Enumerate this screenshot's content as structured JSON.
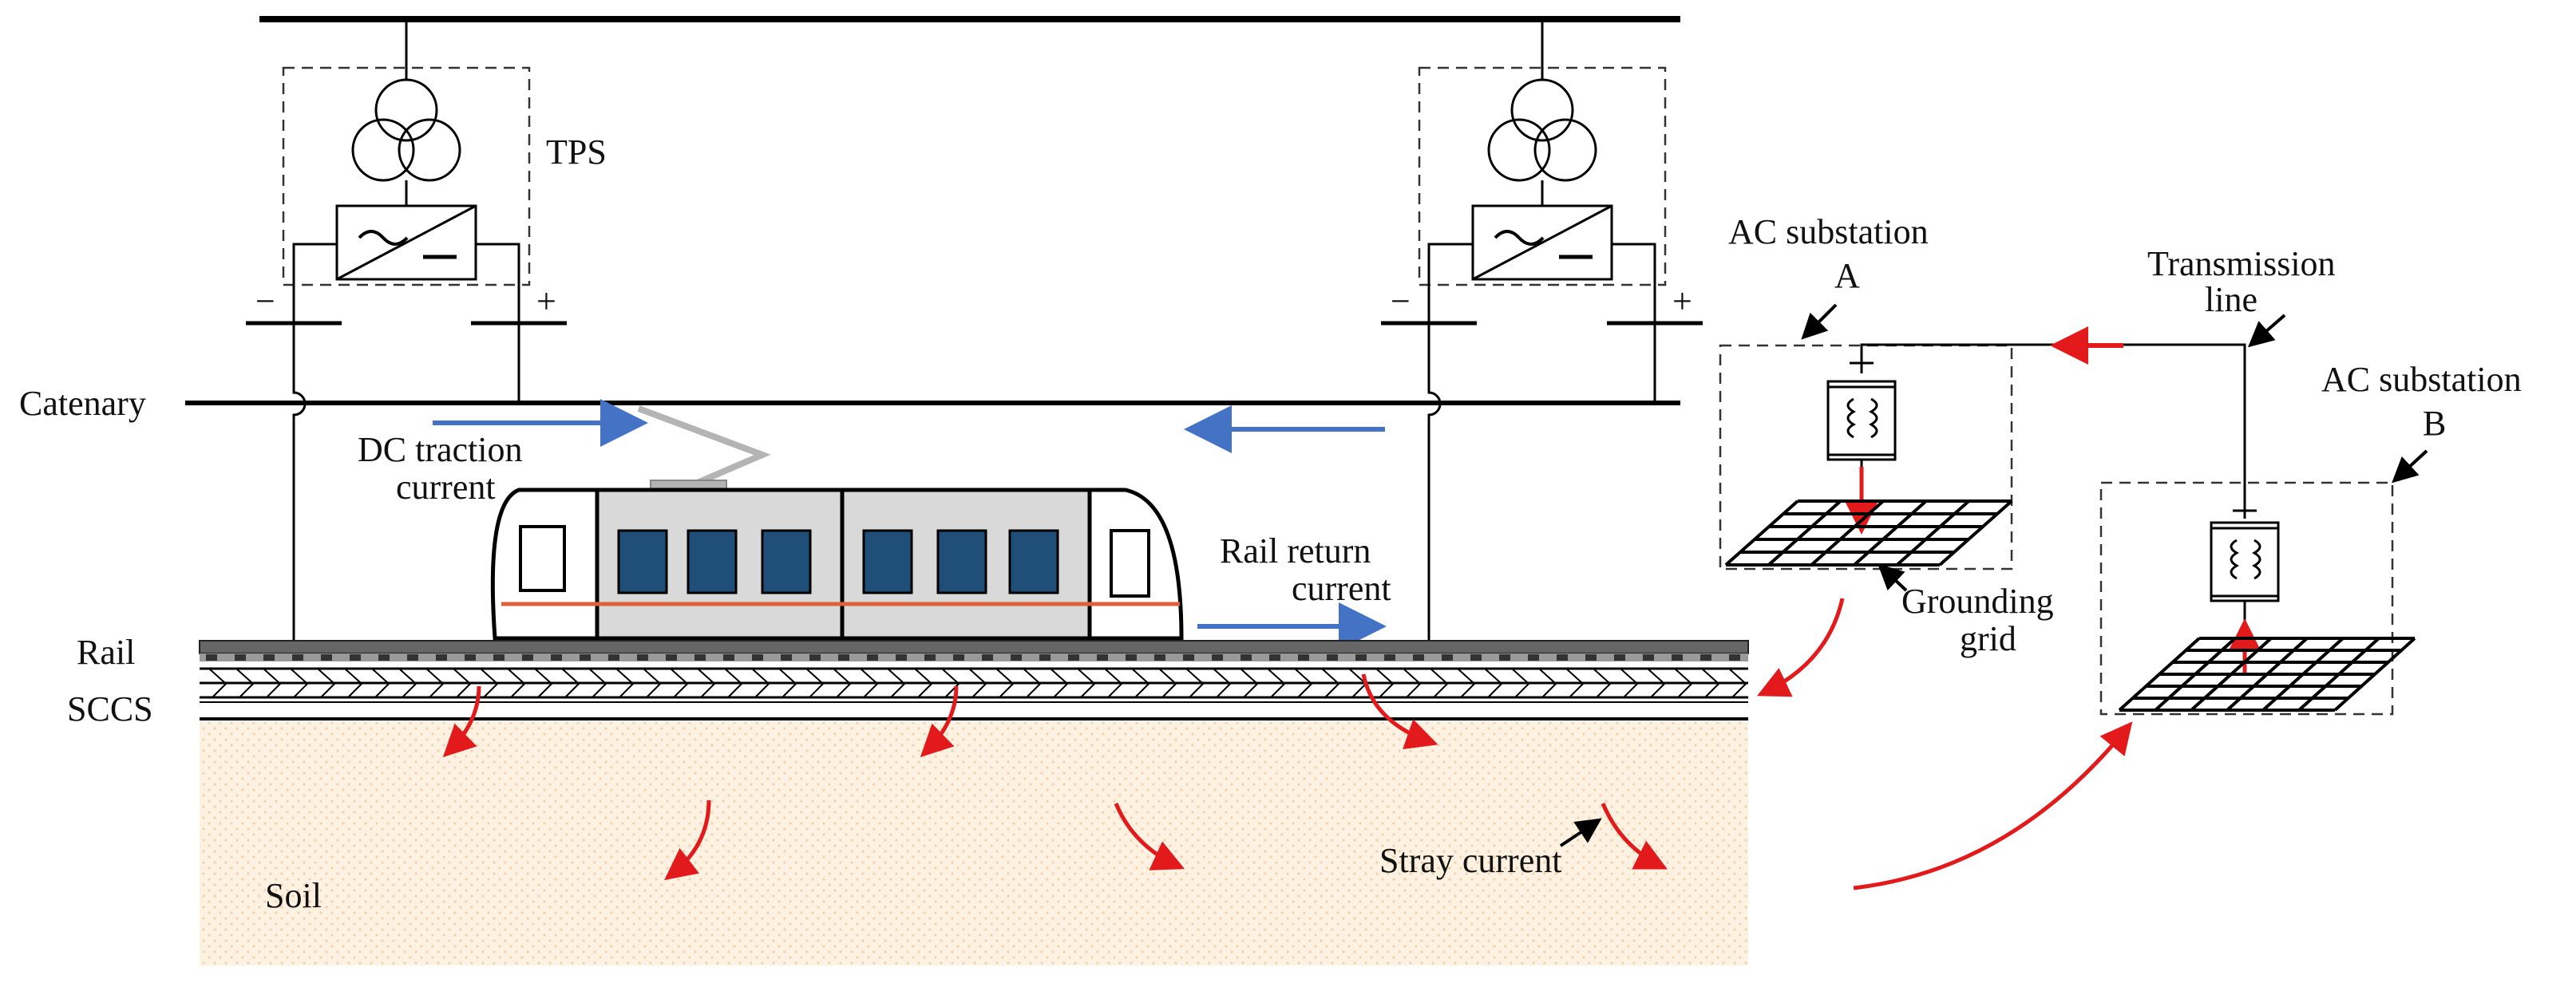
{
  "labels": {
    "tps": "TPS",
    "catenary": "Catenary",
    "dc_traction_current_1": "DC traction",
    "dc_traction_current_2": "current",
    "rail_return_current_1": "Rail return",
    "rail_return_current_2": "current",
    "rail": "Rail",
    "sccs": "SCCS",
    "soil": "Soil",
    "stray_current": "Stray current",
    "ac_substation_a_1": "AC substation",
    "ac_substation_a_2": "A",
    "ac_substation_b_1": "AC substation",
    "ac_substation_b_2": "B",
    "transmission_line_1": "Transmission",
    "transmission_line_2": "line",
    "grounding_grid_1": "Grounding",
    "grounding_grid_2": "grid",
    "minus_sign": "−",
    "plus_sign": "+"
  },
  "colors": {
    "current_arrow": "#4472c4",
    "stray_arrow": "#e31a1c",
    "train_window": "#1f4e79",
    "train_body": "#d9d9d9",
    "train_stripe": "#e0603a",
    "soil": "#fdf0e0",
    "rail": "#666666"
  }
}
